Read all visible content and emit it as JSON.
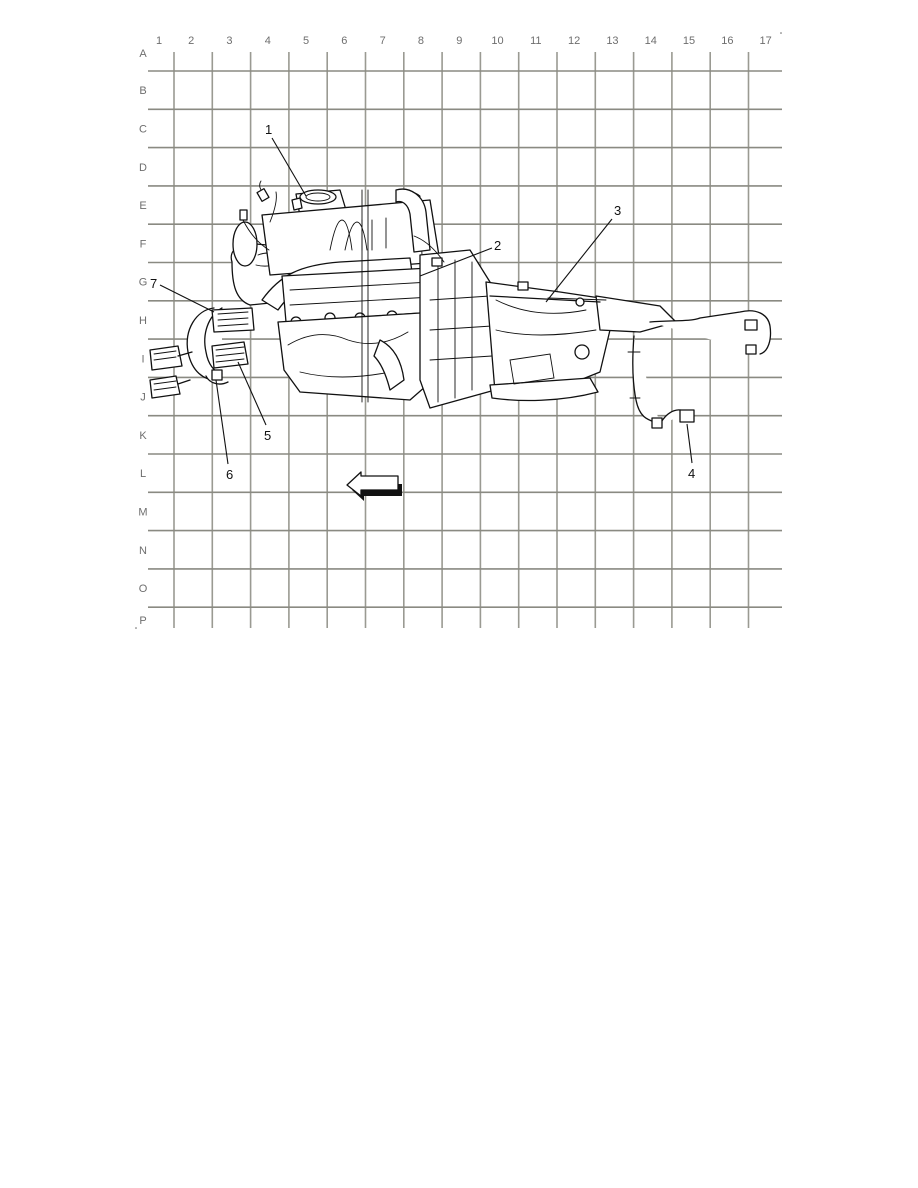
{
  "figure": {
    "type": "component-locator-grid",
    "grid": {
      "columns": [
        "1",
        "2",
        "3",
        "4",
        "5",
        "6",
        "7",
        "8",
        "9",
        "10",
        "11",
        "12",
        "13",
        "14",
        "15",
        "16",
        "17"
      ],
      "rows": [
        "A",
        "B",
        "C",
        "D",
        "E",
        "F",
        "G",
        "H",
        "I",
        "J",
        "K",
        "L",
        "M",
        "N",
        "O",
        "P"
      ]
    },
    "callouts": [
      {
        "id": "1",
        "label": "1",
        "grid_ref": "D5"
      },
      {
        "id": "2",
        "label": "2",
        "grid_ref": "F-G 9"
      },
      {
        "id": "3",
        "label": "3",
        "grid_ref": "E-G 12"
      },
      {
        "id": "4",
        "label": "4",
        "grid_ref": "L15"
      },
      {
        "id": "5",
        "label": "5",
        "grid_ref": "K4"
      },
      {
        "id": "6",
        "label": "6",
        "grid_ref": "L3"
      },
      {
        "id": "7",
        "label": "7",
        "grid_ref": "G1"
      }
    ],
    "direction_arrow": {
      "direction": "left",
      "meaning": "front of vehicle",
      "grid_ref": "L6-L7"
    },
    "subject": "engine and transmission assembly with wiring harness",
    "colors": {
      "grid": "#9a9a92",
      "labels": "#6e6e6e",
      "ink": "#111111",
      "background": "#ffffff"
    }
  }
}
